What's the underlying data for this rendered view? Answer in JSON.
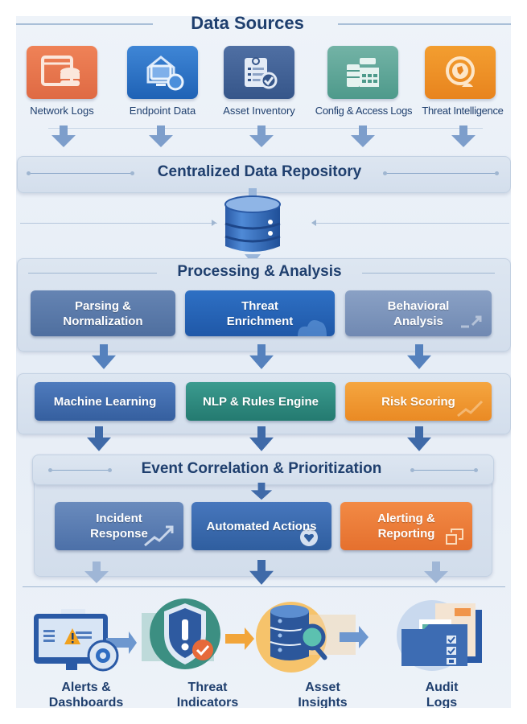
{
  "data_sources": {
    "title": "Data Sources",
    "items": [
      {
        "label": "Network Logs",
        "icon": "server-window-icon",
        "color": "#e9774f"
      },
      {
        "label": "Endpoint Data",
        "icon": "endpoint-monitor-icon",
        "color": "#2c72c6"
      },
      {
        "label": "Asset Inventory",
        "icon": "clipboard-check-icon",
        "color": "#3f5f92"
      },
      {
        "label": "Config & Access Logs",
        "icon": "config-table-icon",
        "color": "#5ea89a"
      },
      {
        "label": "Threat Intelligence",
        "icon": "threat-radar-icon",
        "color": "#f0922a"
      }
    ]
  },
  "repository": {
    "title": "Centralized Data Repository",
    "icon": "database-icon"
  },
  "processing": {
    "title": "Processing & Analysis",
    "stage1": [
      {
        "line1": "Parsing &",
        "line2": "Normalization",
        "color": "#5d7cab"
      },
      {
        "line1": "Threat",
        "line2": "Enrichment",
        "color": "#2a66b8"
      },
      {
        "line1": "Behavioral",
        "line2": "Analysis",
        "color": "#7f97bd"
      }
    ],
    "stage2": [
      {
        "label": "Machine Learning",
        "color": "#3f69ad"
      },
      {
        "label": "NLP & Rules Engine",
        "color": "#2f8a80"
      },
      {
        "label": "Risk Scoring",
        "color": "#f0962f"
      }
    ]
  },
  "correlation": {
    "title": "Event Correlation & Prioritization",
    "actions": [
      {
        "line1": "Incident",
        "line2": "Response",
        "color": "#5a7db2"
      },
      {
        "line1": "Automated Actions",
        "line2": "",
        "color": "#3b68ae"
      },
      {
        "line1": "Alerting &",
        "line2": "Reporting",
        "color": "#ee7a3a"
      }
    ]
  },
  "outputs": [
    {
      "line1": "Alerts &",
      "line2": "Dashboards",
      "icon": "alert-monitor-icon"
    },
    {
      "line1": "Threat",
      "line2": "Indicators",
      "icon": "shield-alert-icon"
    },
    {
      "line1": "Asset",
      "line2": "Insights",
      "icon": "database-search-icon"
    },
    {
      "line1": "Audit",
      "line2": "Logs",
      "icon": "folder-checklist-icon"
    }
  ],
  "colors": {
    "title": "#1f3f6e",
    "arrow": "#6b93c8",
    "arrow_dark": "#3f6aa8"
  }
}
